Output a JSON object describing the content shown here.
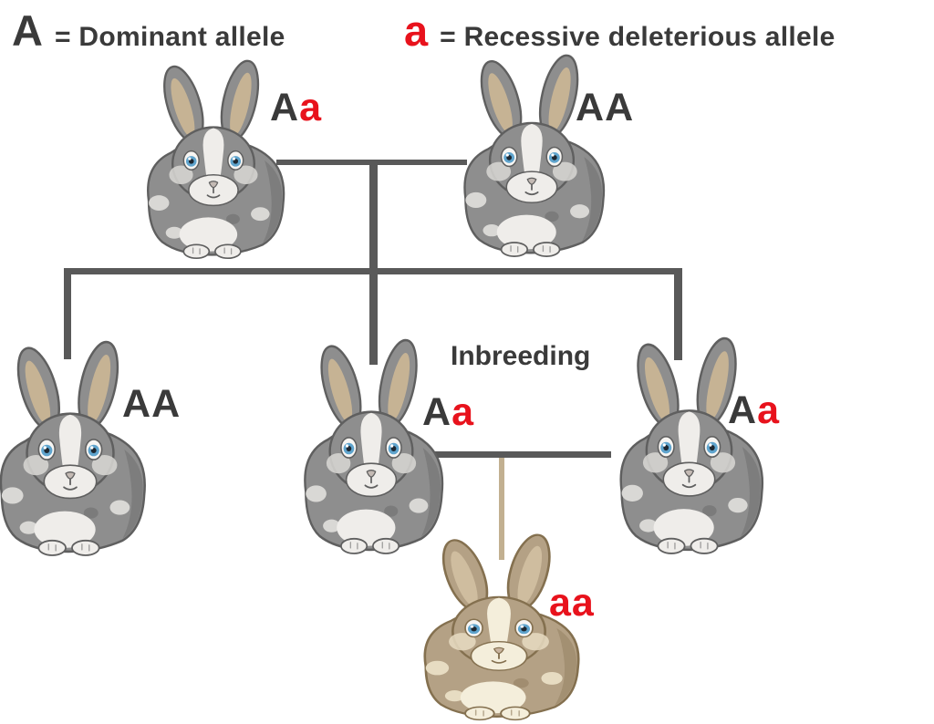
{
  "legend": {
    "dominant_symbol": "A",
    "dominant_text": "= Dominant allele",
    "recessive_symbol": "a",
    "recessive_text": "= Recessive deleterious allele"
  },
  "annotation": {
    "inbreeding": "Inbreeding"
  },
  "pedigree": {
    "parent1": {
      "allele1": "A",
      "allele2": "a"
    },
    "parent2": {
      "allele1": "A",
      "allele2": "A"
    },
    "child1": {
      "allele1": "A",
      "allele2": "A"
    },
    "child2": {
      "allele1": "A",
      "allele2": "a"
    },
    "child3": {
      "allele1": "A",
      "allele2": "a"
    },
    "grandchild": {
      "allele1": "a",
      "allele2": "a"
    }
  },
  "colors": {
    "text_dark": "#3a3a3a",
    "recessive_red": "#e8121c",
    "line_gray": "#595959",
    "line_tan": "#c2b091"
  }
}
